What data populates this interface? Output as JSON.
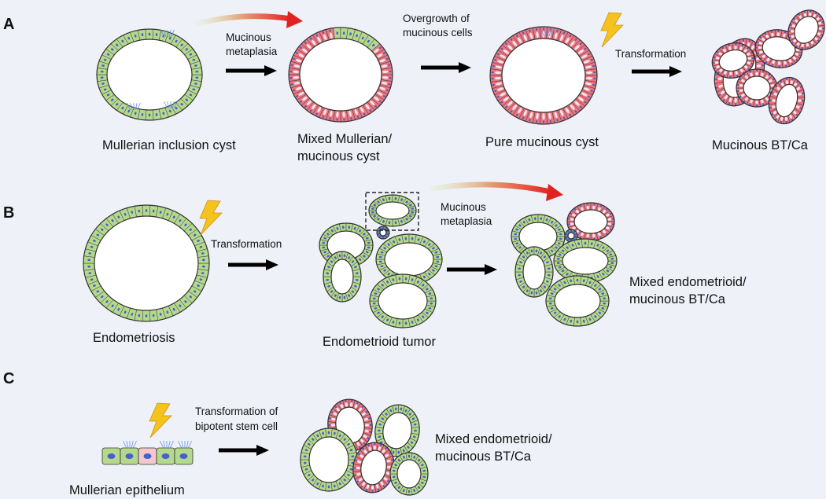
{
  "panels": {
    "a": {
      "letter": "A",
      "cyst1_label": "Mullerian inclusion cyst",
      "metaplasia_line1": "Mucinous",
      "metaplasia_line2": "metaplasia",
      "cyst2_label_line1": "Mixed Mullerian/",
      "cyst2_label_line2": "mucinous cyst",
      "overgrowth_line1": "Overgrowth of",
      "overgrowth_line2": "mucinous cells",
      "cyst3_label": "Pure mucinous cyst",
      "transformation": "Transformation",
      "tumor_label": "Mucinous BT/Ca"
    },
    "b": {
      "letter": "B",
      "cyst_label": "Endometriosis",
      "transformation": "Transformation",
      "tumor_label": "Endometrioid tumor",
      "metaplasia_line1": "Mucinous",
      "metaplasia_line2": "metaplasia",
      "mixed_line1": "Mixed endometrioid/",
      "mixed_line2": "mucinous BT/Ca"
    },
    "c": {
      "letter": "C",
      "epithelium_label": "Mullerian epithelium",
      "transformation_line1": "Transformation of",
      "transformation_line2": "bipotent stem cell",
      "mixed_line1": "Mixed endometrioid/",
      "mixed_line2": "mucinous BT/Ca"
    }
  },
  "colors": {
    "background": "#eef2f8",
    "mullerian_green": "#b5d98c",
    "mucinous_red": "#ec7580",
    "nucleus_blue": "#4a5fcc",
    "mucin_white": "#f8e6ea",
    "stem_cell_pink": "#f4c7cf",
    "lightning": "#f6c21c",
    "outline": "#333333"
  }
}
